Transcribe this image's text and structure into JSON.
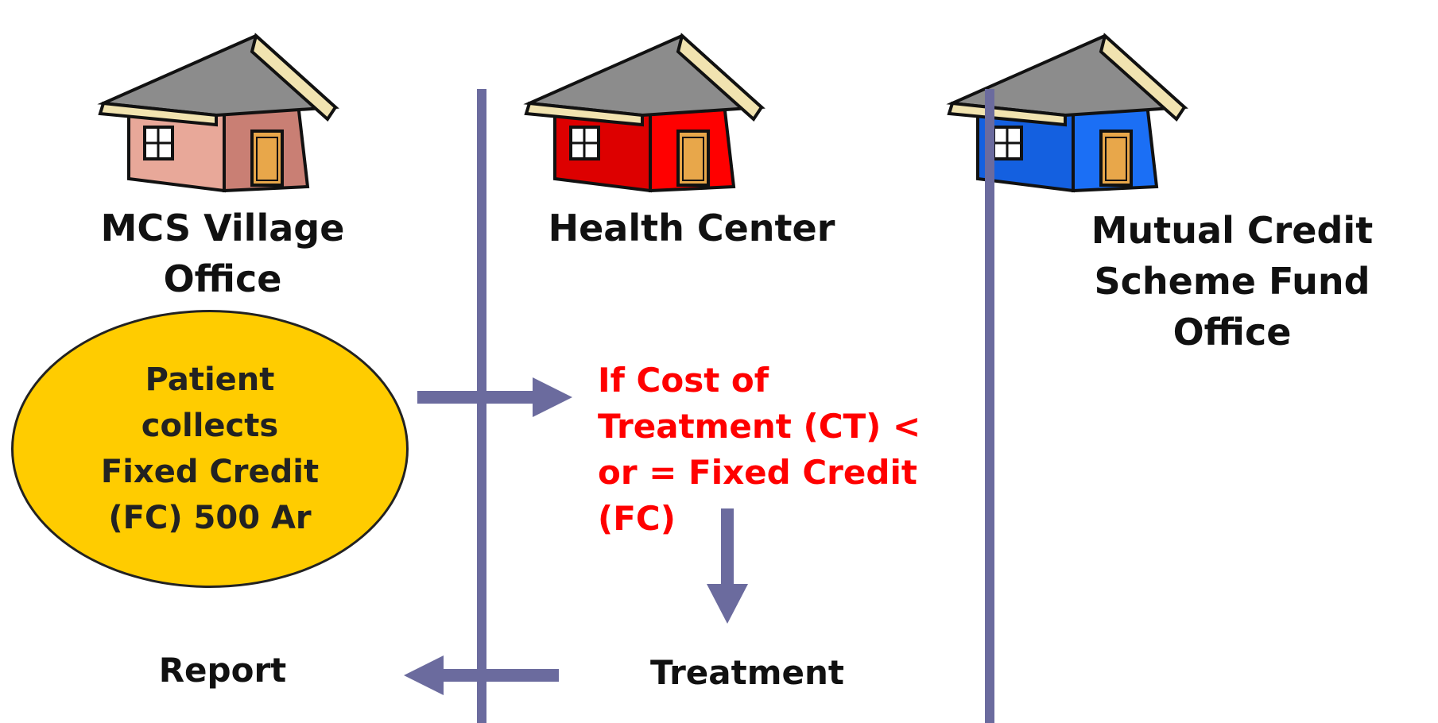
{
  "columns": [
    {
      "title_line1": "MCS Village",
      "title_line2": "Office",
      "house_color": "#c97f74",
      "house_side_color": "#e8a899"
    },
    {
      "title": "Health Center",
      "house_color": "#ff0000",
      "house_side_color": "#dd0000"
    },
    {
      "title_line1": "Mutual Credit",
      "title_line2": "Scheme Fund Office",
      "house_color": "#1b6ff5",
      "house_side_color": "#1460e0"
    }
  ],
  "ellipse": {
    "line1": "Patient",
    "line2": "collects",
    "line3": "Fixed Credit",
    "line4": "(FC) 500 Ar",
    "fill_color": "#ffcc00"
  },
  "condition": {
    "line1": "If Cost of",
    "line2": "Treatment (CT) <",
    "line3": "or = Fixed Credit",
    "line4": "(FC)",
    "color": "#ff0000"
  },
  "treatment_label": "Treatment",
  "report_label": "Report",
  "colors": {
    "divider": "#6b6b9e",
    "arrow": "#6b6b9e"
  }
}
